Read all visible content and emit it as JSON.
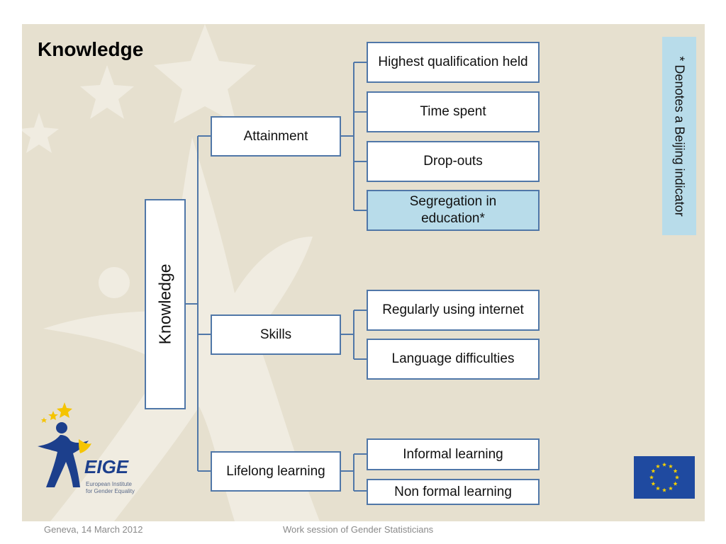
{
  "slide": {
    "title": "Knowledge",
    "note": "* Denotes a Beijing indicator"
  },
  "diagram": {
    "root": "Knowledge",
    "branches": [
      {
        "label": "Attainment",
        "children": [
          {
            "label": "Highest qualification held",
            "beijing": false
          },
          {
            "label": "Time spent",
            "beijing": false
          },
          {
            "label": "Drop-outs",
            "beijing": false
          },
          {
            "label": "Segregation in education*",
            "beijing": true
          }
        ]
      },
      {
        "label": "Skills",
        "children": [
          {
            "label": "Regularly using internet",
            "beijing": false
          },
          {
            "label": "Language difficulties",
            "beijing": false
          }
        ]
      },
      {
        "label": "Lifelong learning",
        "children": [
          {
            "label": "Informal learning",
            "beijing": false
          },
          {
            "label": "Non formal learning",
            "beijing": false
          }
        ]
      }
    ]
  },
  "logo": {
    "name": "EIGE",
    "line1": "European Institute",
    "line2": "for Gender Equality"
  },
  "footer": {
    "left": "Geneva, 14 March 2012",
    "center": "Work session of Gender Statisticians"
  },
  "colors": {
    "background": "#e6e0cf",
    "box_border": "#5077a8",
    "highlight": "#b8dcea",
    "eu_blue": "#1f4aa0",
    "eu_star": "#f5d000"
  }
}
